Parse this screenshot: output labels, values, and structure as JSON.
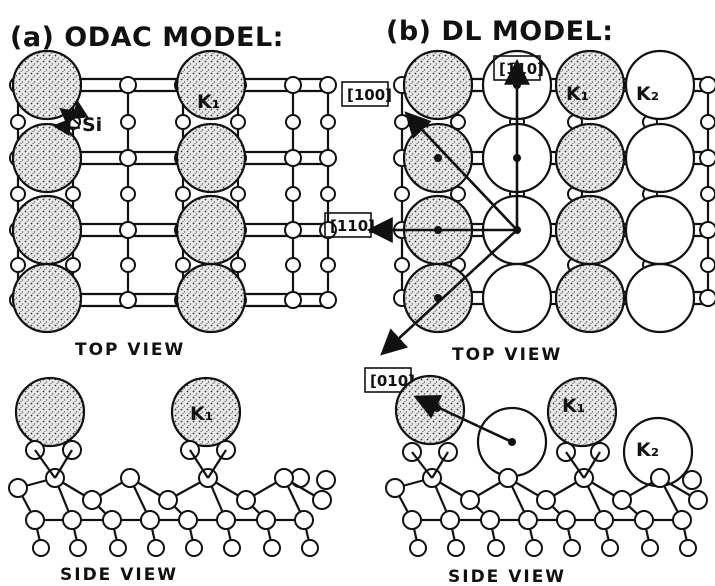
{
  "panel_a": {
    "title": "(a) ODAC MODEL:",
    "top_view_label": "TOP VIEW",
    "side_view_label": "SIDE VIEW",
    "k1_label": "K₁",
    "si_label": "Si"
  },
  "panel_b": {
    "title": "(b) DL MODEL:",
    "top_view_label": "TOP VIEW",
    "side_view_label": "SIDE VIEW",
    "k1_label": "K₁",
    "k2_label": "K₂",
    "directions": {
      "d1_10": "[1̄10]",
      "d100": "[100]",
      "d110": "[110]",
      "d010": "[010]"
    }
  },
  "colors": {
    "ink": "#111111",
    "background": "#ffffff"
  }
}
